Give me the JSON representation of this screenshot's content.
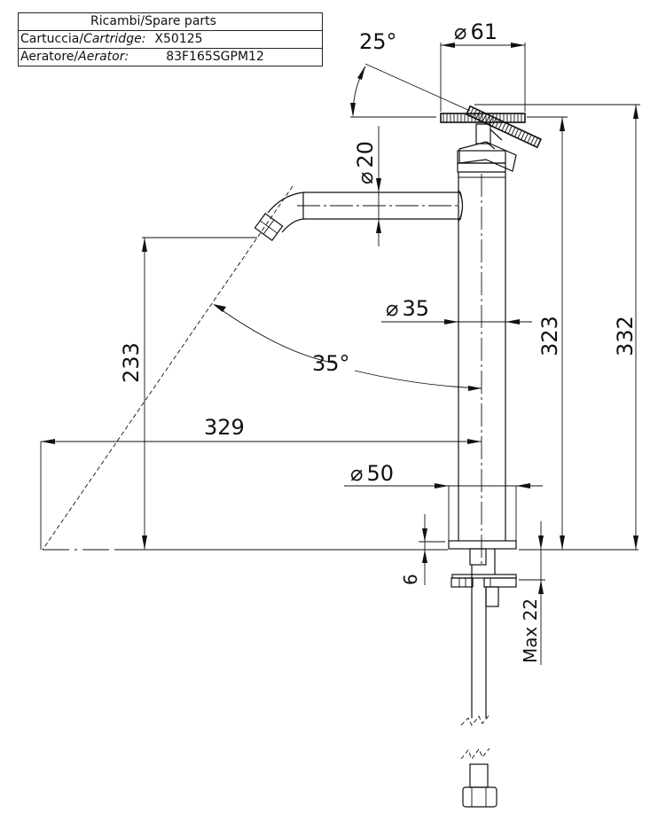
{
  "spare_parts": {
    "title": "Ricambi/Spare parts",
    "rows": [
      {
        "label_it": "Cartuccia/",
        "label_en": "Cartridge:",
        "value": "X50125"
      },
      {
        "label_it": "Aeratore/",
        "label_en": "Aerator:",
        "value": "83F165SGPM12"
      }
    ]
  },
  "dimensions": {
    "handle_diameter": "61",
    "handle_angle": "25°",
    "spout_diameter": "20",
    "body_diameter": "35",
    "spout_angle": "35°",
    "spout_height": "233",
    "spout_reach": "329",
    "base_diameter": "50",
    "height_body": "323",
    "height_total": "332",
    "base_thickness": "6",
    "max_deck": "Max 22"
  },
  "symbols": {
    "diameter": "⌀"
  }
}
